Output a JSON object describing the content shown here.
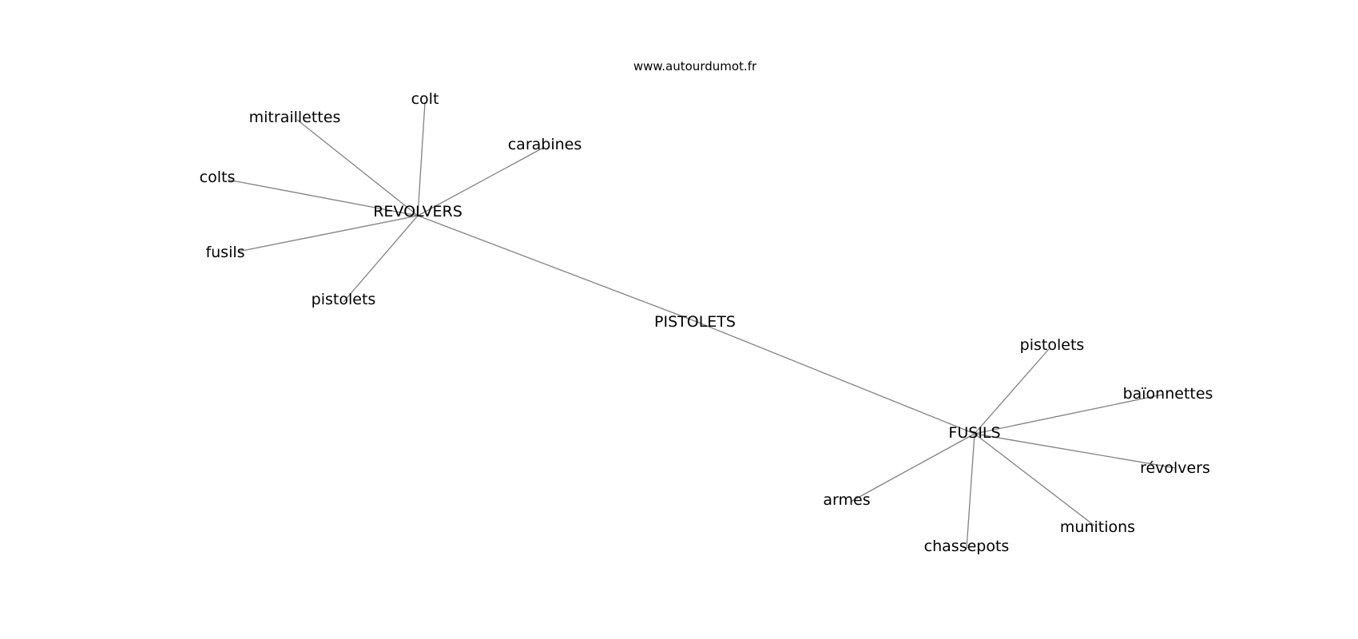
{
  "site": "www.autourdumot.fr",
  "center": {
    "id": "center",
    "label": "PISTOLETS"
  },
  "hubs": [
    {
      "id": "revolvers",
      "label": "REVOLVERS"
    },
    {
      "id": "fusils_hub",
      "label": "FUSILS"
    }
  ],
  "leaves": [
    {
      "id": "colt",
      "label": "colt",
      "hub": "revolvers"
    },
    {
      "id": "mitraillettes",
      "label": "mitraillettes",
      "hub": "revolvers"
    },
    {
      "id": "carabines",
      "label": "carabines",
      "hub": "revolvers"
    },
    {
      "id": "colts",
      "label": "colts",
      "hub": "revolvers"
    },
    {
      "id": "fusils",
      "label": "fusils",
      "hub": "revolvers"
    },
    {
      "id": "pistolets_r",
      "label": "pistolets",
      "hub": "revolvers"
    },
    {
      "id": "pistolets_f",
      "label": "pistolets",
      "hub": "fusils_hub"
    },
    {
      "id": "baionnettes",
      "label": "baïonnettes",
      "hub": "fusils_hub"
    },
    {
      "id": "revolvers_f",
      "label": "révolvers",
      "hub": "fusils_hub"
    },
    {
      "id": "munitions",
      "label": "munitions",
      "hub": "fusils_hub"
    },
    {
      "id": "chassepots",
      "label": "chassepots",
      "hub": "fusils_hub"
    },
    {
      "id": "armes",
      "label": "armes",
      "hub": "fusils_hub"
    }
  ],
  "colors": {
    "edge": "#808080",
    "text": "#000000",
    "background": "#ffffff"
  }
}
